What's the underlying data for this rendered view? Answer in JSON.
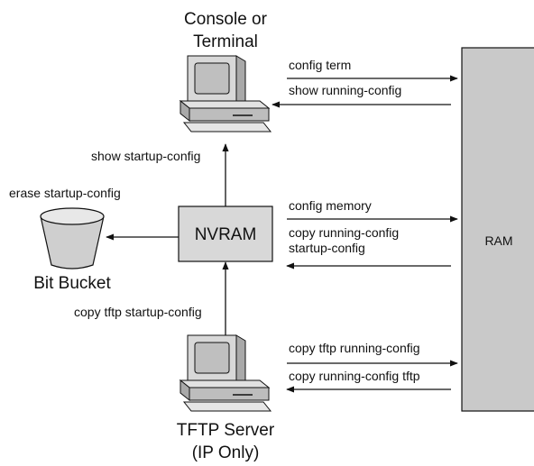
{
  "devices": {
    "console_label": [
      "Console or",
      "Terminal"
    ],
    "tftp_label": [
      "TFTP Server",
      "(IP Only)"
    ],
    "nvram_label": "NVRAM",
    "ram_label": "RAM",
    "bucket_label": "Bit Bucket"
  },
  "commands": {
    "config_term": "config term",
    "show_running": "show running-config",
    "show_startup": "show startup-config",
    "erase_startup": "erase startup-config",
    "config_memory": "config memory",
    "copy_run_start_1": "copy running-config",
    "copy_run_start_2": "startup-config",
    "copy_tftp_startup": "copy tftp startup-config",
    "copy_tftp_running": "copy tftp running-config",
    "copy_running_tftp": "copy running-config tftp"
  },
  "colors": {
    "ram_fill": "#c9c9c9",
    "device_fill": "#d8d8d8",
    "screen_fill": "#bfbfbf",
    "line": "#111111"
  }
}
